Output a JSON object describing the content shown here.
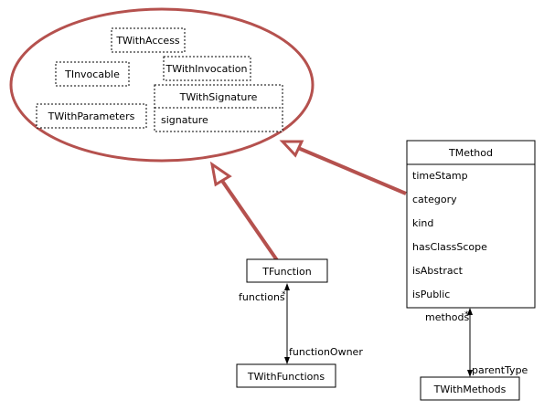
{
  "traits": {
    "access": "TWithAccess",
    "invocable": "TInvocable",
    "invocation": "TWithInvocation",
    "signature": {
      "title": "TWithSignature",
      "attribute": "signature"
    },
    "parameters": "TWithParameters"
  },
  "classes": {
    "method": {
      "title": "TMethod",
      "attributes": [
        "timeStamp",
        "category",
        "kind",
        "hasClassScope",
        "isAbstract",
        "isPublic"
      ]
    },
    "function": {
      "title": "TFunction"
    },
    "with_functions": {
      "title": "TWithFunctions"
    },
    "with_methods": {
      "title": "TWithMethods"
    }
  },
  "associations": {
    "functions_role": "functions",
    "functions_mult": "*",
    "function_owner_role": "functionOwner",
    "methods_role": "methods",
    "methods_mult": "*",
    "parent_type_role": "parentType"
  },
  "colors": {
    "inheritance": "#b5514e",
    "line": "#000000"
  }
}
